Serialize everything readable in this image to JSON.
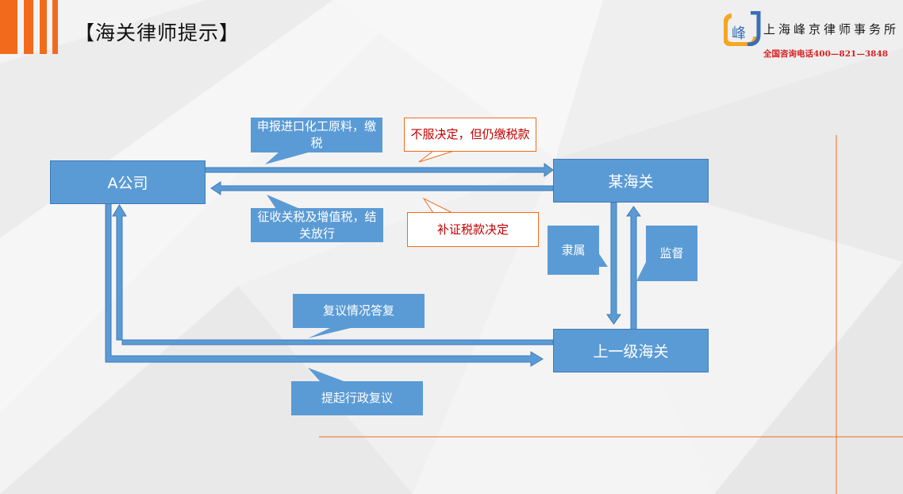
{
  "header": {
    "title": "【海关律师提示】"
  },
  "logo": {
    "mark_text": "峰",
    "name": "上海峰京律师事务所",
    "phone": "全国咨询电话400—821—3848"
  },
  "colors": {
    "accent": "#f26b1d",
    "box_fill": "#5b9bd5",
    "box_border": "#3f7bb6",
    "red_text": "#c00000"
  },
  "nodes": {
    "company": "A公司",
    "customs": "某海关",
    "superior_customs": "上一级海关"
  },
  "labels": {
    "declare": "申报进口化工原料，缴税",
    "disagree_pay": "不服决定，但仍缴税款",
    "collect": "征收关税及增值税，结关放行",
    "supplementary": "补证税款决定",
    "subordinate": "隶属",
    "supervise": "监督",
    "review_reply": "复议情况答复",
    "apply_review": "提起行政复议"
  }
}
